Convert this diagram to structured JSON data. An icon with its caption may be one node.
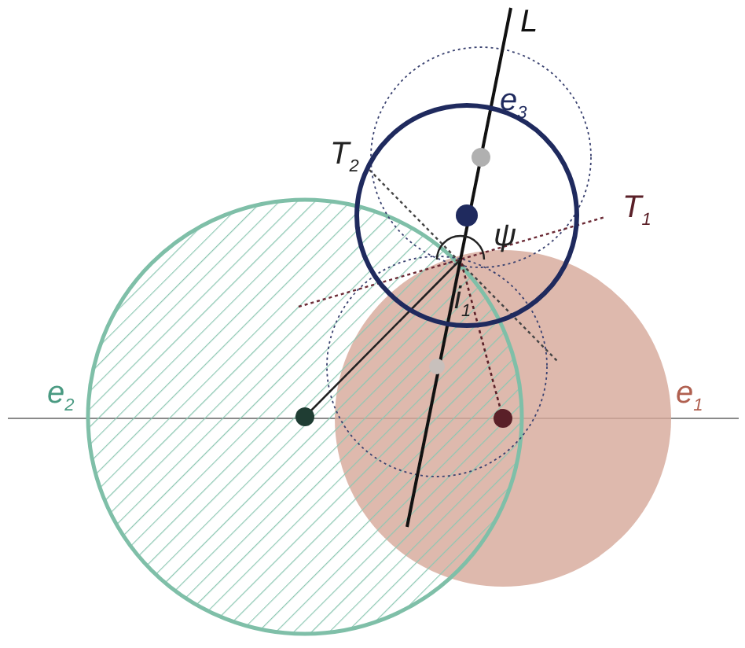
{
  "diagram": {
    "labels": [
      "L",
      "e$_{3}$",
      "T$_{2}$",
      "T$_{1}$",
      "ψ",
      "i$_{1}$",
      "e$_{2}$",
      "e$_{1}$"
    ]
  }
}
